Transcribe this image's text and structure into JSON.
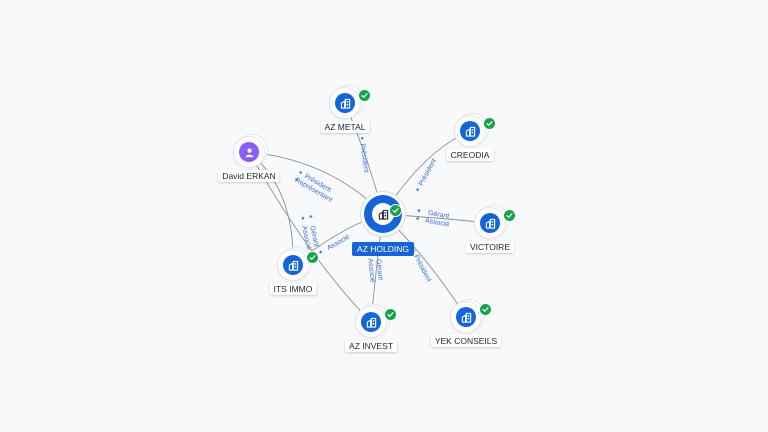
{
  "center": {
    "name": "AZ HOLDING",
    "icon": "building-icon",
    "verified": true
  },
  "nodes": [
    {
      "id": "az-metal",
      "name": "AZ METAL",
      "type": "company",
      "icon": "building-icon",
      "verified": true
    },
    {
      "id": "creodia",
      "name": "CREODIA",
      "type": "company",
      "icon": "building-icon",
      "verified": true
    },
    {
      "id": "david-erkan",
      "name": "David ERKAN",
      "type": "person",
      "icon": "person-icon",
      "verified": false
    },
    {
      "id": "victoire",
      "name": "VICTOIRE",
      "type": "company",
      "icon": "building-icon",
      "verified": true
    },
    {
      "id": "its-immo",
      "name": "ITS IMMO",
      "type": "company",
      "icon": "building-icon",
      "verified": true
    },
    {
      "id": "az-invest",
      "name": "AZ INVEST",
      "type": "company",
      "icon": "building-icon",
      "verified": true
    },
    {
      "id": "yek-conseils",
      "name": "YEK CONSEILS",
      "type": "company",
      "icon": "building-icon",
      "verified": true
    }
  ],
  "edges": [
    {
      "from": "center",
      "to": "az-metal",
      "roles": [
        "Président"
      ]
    },
    {
      "from": "center",
      "to": "creodia",
      "roles": [
        "Président"
      ]
    },
    {
      "from": "david-erkan",
      "to": "center",
      "roles": [
        "Président",
        "Représentant"
      ]
    },
    {
      "from": "center",
      "to": "victoire",
      "roles": [
        "Gérant",
        "Associé"
      ]
    },
    {
      "from": "center",
      "to": "its-immo",
      "roles": [
        "Associé"
      ]
    },
    {
      "from": "center",
      "to": "az-invest",
      "roles": [
        "Gérant",
        "Associé"
      ]
    },
    {
      "from": "center",
      "to": "yek-conseils",
      "roles": [
        "Président"
      ]
    },
    {
      "from": "david-erkan",
      "to": "its-immo",
      "roles": [
        "Gérant",
        "Associé"
      ]
    },
    {
      "from": "david-erkan",
      "to": "az-invest",
      "roles": []
    }
  ],
  "colors": {
    "company": "#1565d8",
    "person": "#8b5cf6",
    "verified": "#16a34a",
    "edge": "#8a9099",
    "role_text": "#3b6fd6"
  }
}
